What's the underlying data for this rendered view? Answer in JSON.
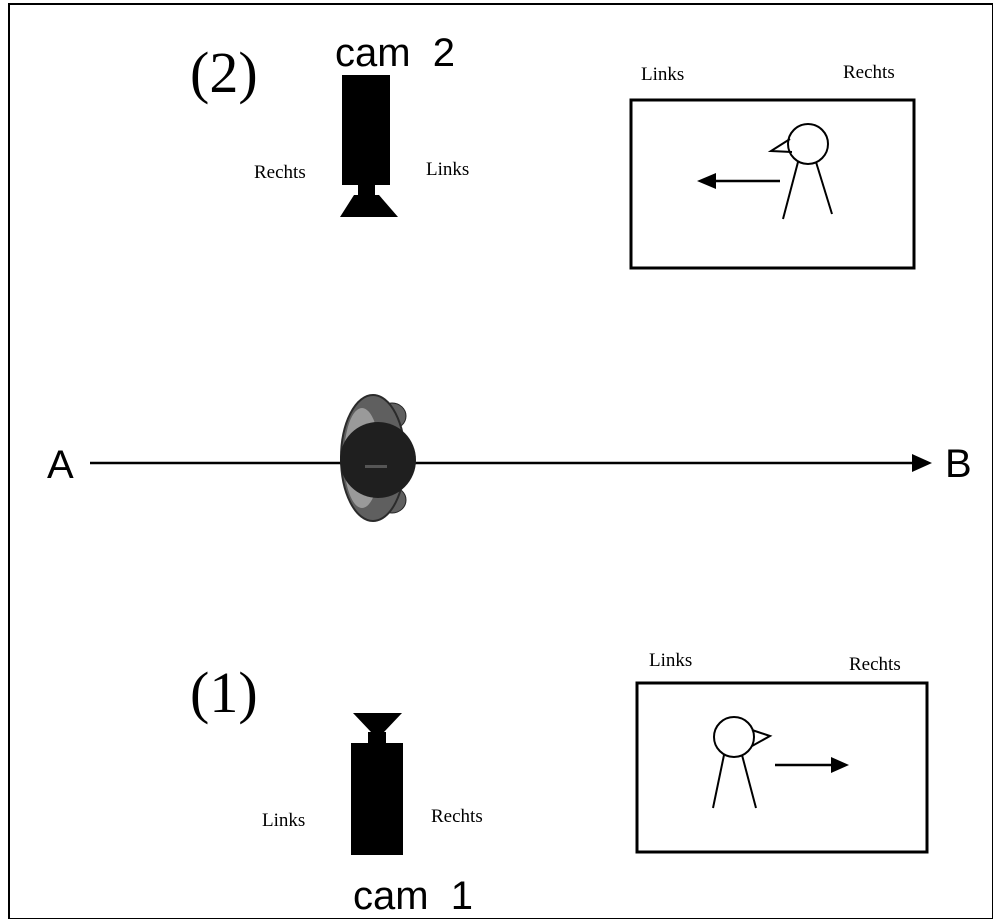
{
  "scene2": {
    "number_label": "(2)",
    "camera_label": "cam  2",
    "camera_left_side": "Rechts",
    "camera_right_side": "Links",
    "frame_left": "Links",
    "frame_right": "Rechts"
  },
  "scene1": {
    "number_label": "(1)",
    "camera_label": "cam  1",
    "camera_left_side": "Links",
    "camera_right_side": "Rechts",
    "frame_left": "Links",
    "frame_right": "Rechts"
  },
  "path": {
    "start_label": "A",
    "end_label": "B"
  },
  "colors": {
    "line": "#000000",
    "camera": "#000000",
    "background": "#ffffff",
    "person_dark": "#2b2b2b",
    "person_mid": "#5f5f5f",
    "person_light": "#9a9a9a"
  }
}
